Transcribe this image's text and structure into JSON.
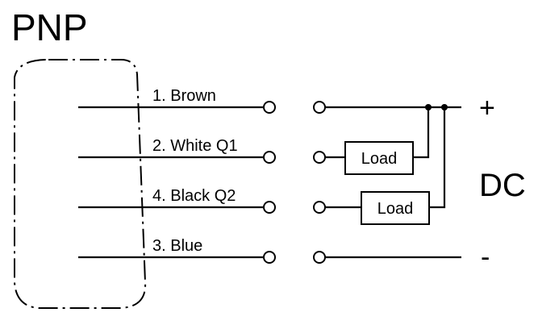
{
  "diagram": {
    "title": "PNP",
    "wires": [
      {
        "label": "1. Brown"
      },
      {
        "label": "2. White Q1"
      },
      {
        "label": "4. Black Q2"
      },
      {
        "label": "3. Blue"
      }
    ],
    "loads": [
      "Load",
      "Load"
    ],
    "supply": {
      "positive": "+",
      "negative": "-",
      "label": "DC"
    }
  }
}
